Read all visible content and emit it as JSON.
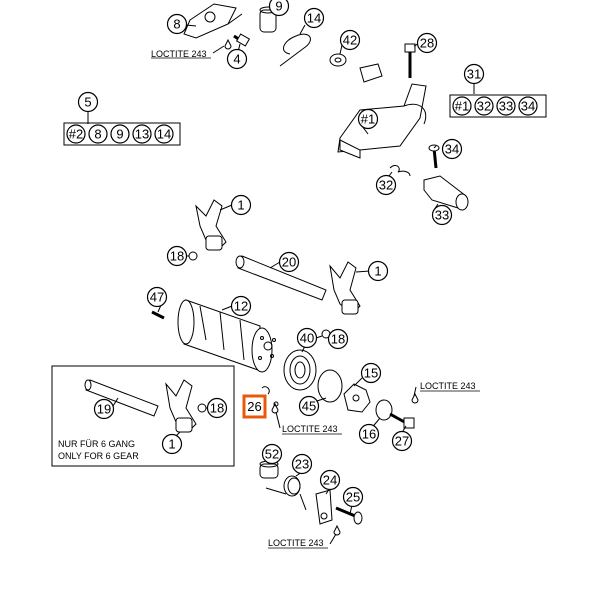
{
  "callouts": [
    {
      "id": "c8",
      "text": "8"
    },
    {
      "id": "c9",
      "text": "9"
    },
    {
      "id": "c14top",
      "text": "14"
    },
    {
      "id": "c42",
      "text": "42"
    },
    {
      "id": "c4",
      "text": "4"
    },
    {
      "id": "c28",
      "text": "28"
    },
    {
      "id": "c31",
      "text": "31"
    },
    {
      "id": "c5",
      "text": "5"
    },
    {
      "id": "c34",
      "text": "34"
    },
    {
      "id": "c32",
      "text": "32"
    },
    {
      "id": "c33",
      "text": "33"
    },
    {
      "id": "c1a",
      "text": "1"
    },
    {
      "id": "c18a",
      "text": "18"
    },
    {
      "id": "c20",
      "text": "20"
    },
    {
      "id": "c1b",
      "text": "1"
    },
    {
      "id": "c47",
      "text": "47"
    },
    {
      "id": "c12",
      "text": "12"
    },
    {
      "id": "c40",
      "text": "40"
    },
    {
      "id": "c18b",
      "text": "18"
    },
    {
      "id": "c15",
      "text": "15"
    },
    {
      "id": "c45",
      "text": "45"
    },
    {
      "id": "c16",
      "text": "16"
    },
    {
      "id": "c27",
      "text": "27"
    },
    {
      "id": "c19",
      "text": "19"
    },
    {
      "id": "c18c",
      "text": "18"
    },
    {
      "id": "c1c",
      "text": "1"
    },
    {
      "id": "c52",
      "text": "52"
    },
    {
      "id": "c23",
      "text": "23"
    },
    {
      "id": "c24",
      "text": "24"
    },
    {
      "id": "c25",
      "text": "25"
    },
    {
      "id": "c1d",
      "text": "#1"
    }
  ],
  "kit_5": [
    "#2",
    "8",
    "9",
    "13",
    "14"
  ],
  "kit_31": [
    "#1",
    "32",
    "33",
    "34"
  ],
  "highlight": {
    "text": "26"
  },
  "labels": {
    "loctite_top": "LOCTITE 243",
    "loctite_right": "LOCTITE 243",
    "loctite_mid": "LOCTITE 243",
    "loctite_bottom": "LOCTITE 243",
    "note_line1": "NUR FÜR 6 GANG",
    "note_line2": "ONLY FOR 6 GEAR"
  },
  "colors": {
    "highlight": "#e8590c"
  }
}
